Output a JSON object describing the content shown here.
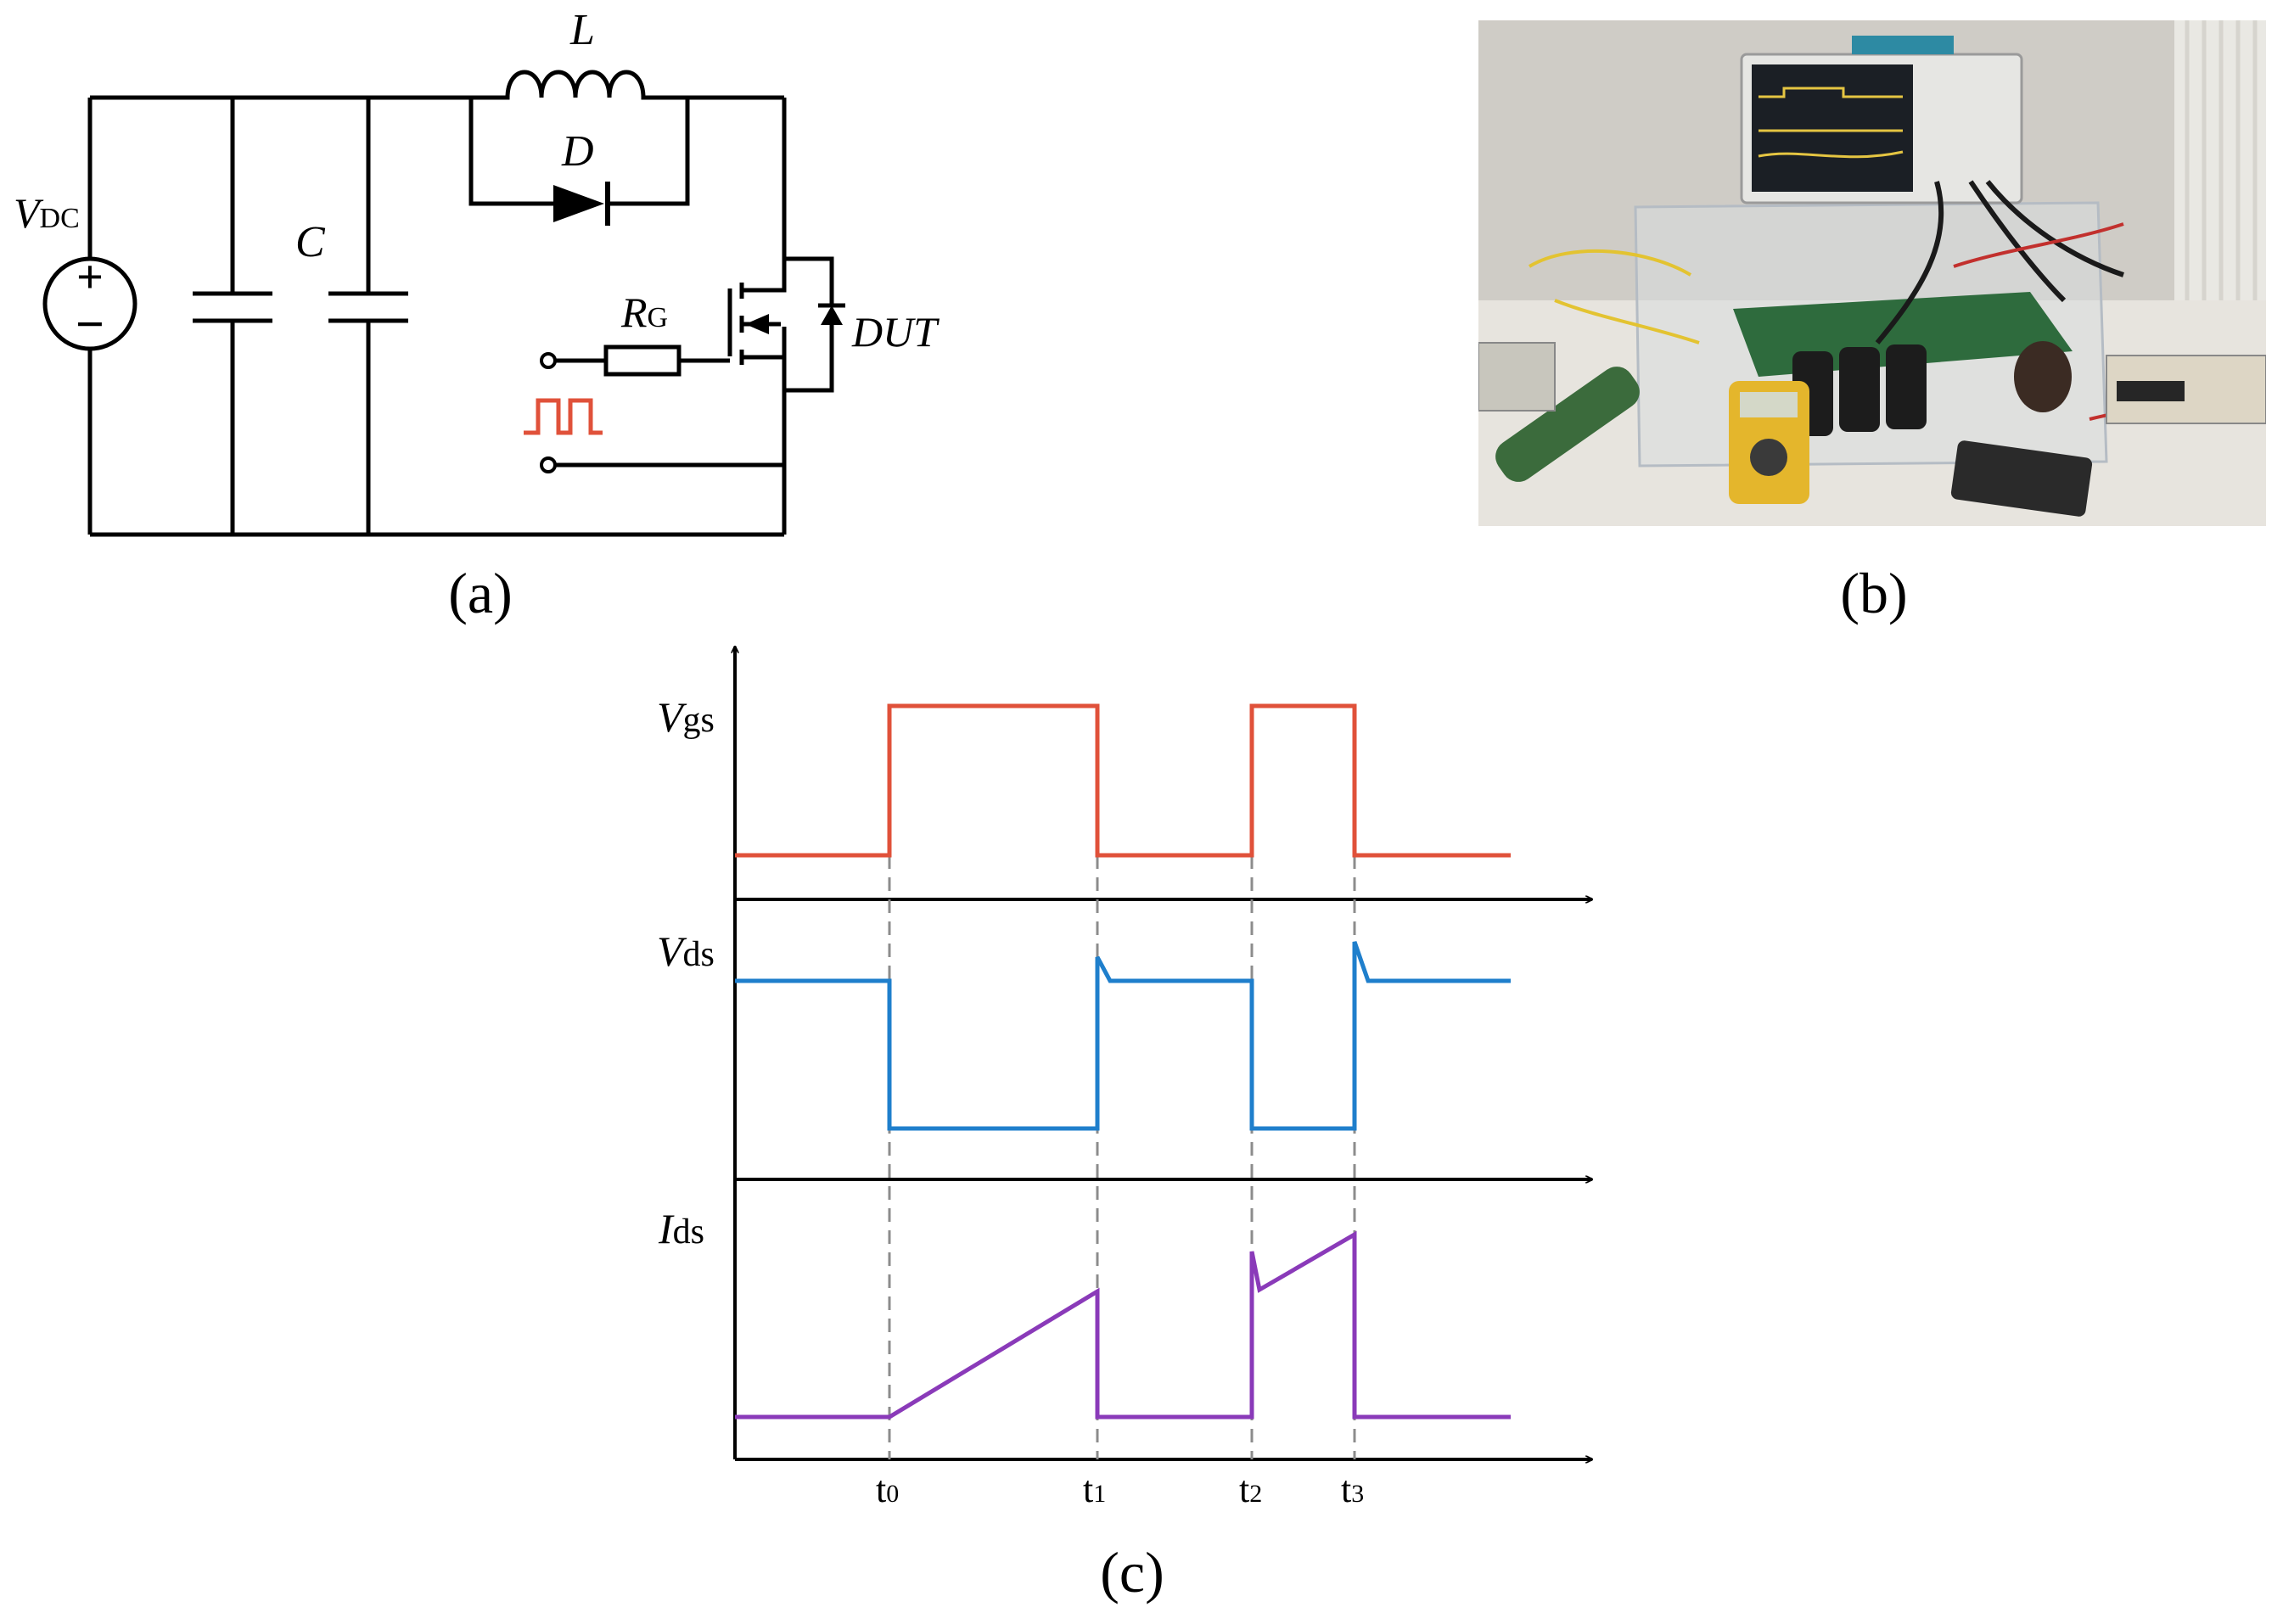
{
  "panel_labels": {
    "a": "(a)",
    "b": "(b)",
    "c": "(c)"
  },
  "circuit": {
    "source": {
      "symbol": "V",
      "subscript": "DC",
      "plus": "+",
      "minus": "−"
    },
    "capacitor": "C",
    "inductor": "L",
    "diode": "D",
    "gate_resistor": {
      "symbol": "R",
      "subscript": "G"
    },
    "device": "DUT"
  },
  "waveforms": {
    "signals": [
      {
        "symbol": "V",
        "subscript": "gs",
        "color": "#e0513a"
      },
      {
        "symbol": "V",
        "subscript": "ds",
        "color": "#1f7fcc"
      },
      {
        "symbol": "I",
        "subscript": "ds",
        "color": "#8a3ab9"
      }
    ],
    "times": [
      {
        "symbol": "t",
        "subscript": "0"
      },
      {
        "symbol": "t",
        "subscript": "1"
      },
      {
        "symbol": "t",
        "subscript": "2"
      },
      {
        "symbol": "t",
        "subscript": "3"
      }
    ]
  },
  "colors": {
    "line": "#000000",
    "pulse": "#e0513a",
    "dash": "#8c8c8c"
  }
}
